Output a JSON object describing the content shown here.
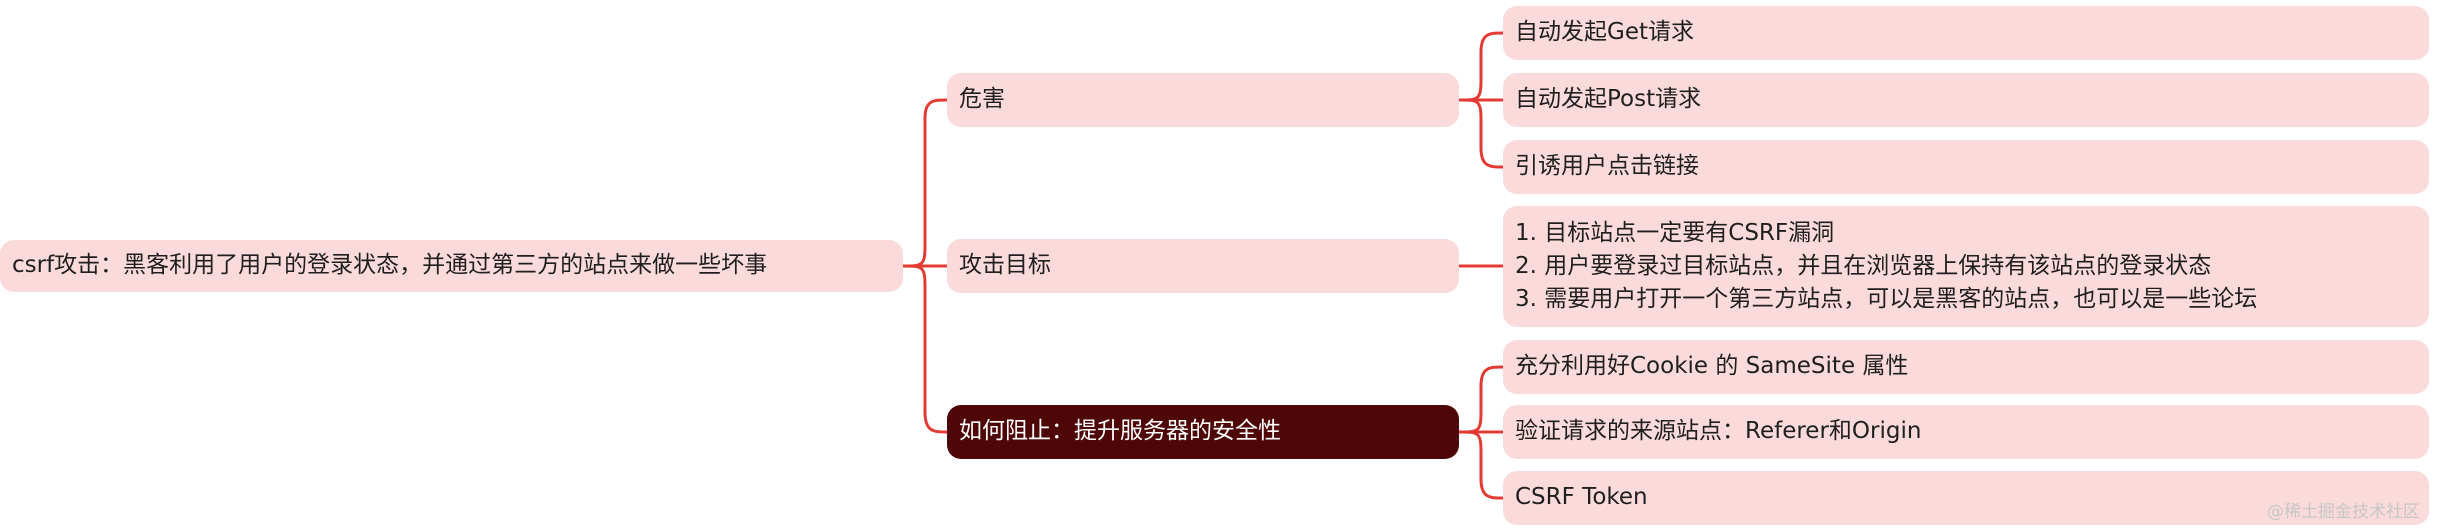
{
  "colors": {
    "node_fill": "#fadada",
    "highlight_fill": "#4f0606",
    "connector": "#e33b34",
    "text": "#1f1f1f",
    "highlight_text": "#ffffff"
  },
  "root": {
    "text": "csrf攻击：黑客利用了用户的登录状态，并通过第三方的站点来做一些坏事"
  },
  "branches": [
    {
      "text": "危害",
      "children": [
        "自动发起Get请求",
        "自动发起Post请求",
        "引诱用户点击链接"
      ]
    },
    {
      "text": "攻击目标",
      "children": [
        [
          "1. 目标站点一定要有CSRF漏洞",
          "2. 用户要登录过目标站点，并且在浏览器上保持有该站点的登录状态",
          "3. 需要用户打开一个第三方站点，可以是黑客的站点，也可以是一些论坛"
        ]
      ]
    },
    {
      "text": "如何阻止：提升服务器的安全性",
      "children": [
        "充分利用好Cookie 的 SameSite 属性",
        "验证请求的来源站点：Referer和Origin",
        "CSRF Token"
      ]
    }
  ],
  "watermark": "@稀土掘金技术社区"
}
